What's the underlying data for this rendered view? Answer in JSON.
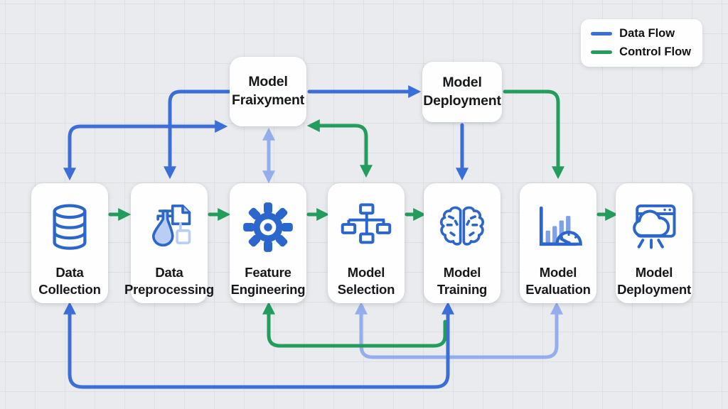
{
  "diagram": {
    "type": "flowchart",
    "subject": "Machine learning pipeline",
    "legend": {
      "items": [
        {
          "label": "Data Flow",
          "swatch": "blue-line"
        },
        {
          "label": "Control Flow",
          "swatch": "green-line"
        }
      ]
    },
    "top_nodes": [
      {
        "label": "Model Fraixyment"
      },
      {
        "label": "Model Deployment"
      }
    ],
    "nodes": [
      {
        "label": "Data Collection",
        "icon": "database-icon"
      },
      {
        "label": "Data Preprocessing",
        "icon": "flask-document-icon"
      },
      {
        "label": "Feature Engineering",
        "icon": "gear-icon"
      },
      {
        "label": "Model Selection",
        "icon": "hierarchy-icon"
      },
      {
        "label": "Model Training",
        "icon": "brain-icon"
      },
      {
        "label": "Model Evaluation",
        "icon": "chart-gauge-icon"
      },
      {
        "label": "Model Deployment",
        "icon": "cloud-window-icon"
      }
    ],
    "edges": [
      {
        "from": "Data Collection",
        "to": "Data Preprocessing",
        "type": "control",
        "heads": "end"
      },
      {
        "from": "Data Preprocessing",
        "to": "Feature Engineering",
        "type": "control",
        "heads": "end"
      },
      {
        "from": "Feature Engineering",
        "to": "Model Selection",
        "type": "control",
        "heads": "end"
      },
      {
        "from": "Model Selection",
        "to": "Model Training",
        "type": "control",
        "heads": "end"
      },
      {
        "from": "Model Evaluation",
        "to": "Model Deployment",
        "type": "control",
        "heads": "end"
      },
      {
        "from": "Model Fraixyment",
        "to": "Data Preprocessing",
        "type": "data",
        "heads": "end"
      },
      {
        "from": "Model Fraixyment",
        "to": "Data Collection",
        "type": "data",
        "heads": "both"
      },
      {
        "from": "Model Fraixyment",
        "to": "Model Deployment (top)",
        "type": "data",
        "heads": "end"
      },
      {
        "from": "Model Deployment (top)",
        "to": "Model Training",
        "type": "data",
        "heads": "end"
      },
      {
        "from": "Model Deployment (top)",
        "to": "Model Evaluation",
        "type": "control",
        "heads": "end"
      },
      {
        "from": "Model Selection",
        "to": "Model Fraixyment",
        "type": "control",
        "heads": "both"
      },
      {
        "from": "Model Fraixyment",
        "to": "Feature Engineering",
        "type": "data-light",
        "heads": "both"
      },
      {
        "from": "Model Training",
        "to": "Data Collection",
        "type": "data",
        "heads": "both"
      },
      {
        "from": "Model Training",
        "to": "Feature Engineering",
        "type": "control",
        "heads": "end"
      },
      {
        "from": "Model Selection",
        "to": "Model Evaluation",
        "type": "data-light",
        "heads": "both"
      }
    ]
  },
  "colors": {
    "data_flow": "#3b6ed6",
    "control_flow": "#229d5c",
    "data_flow_light": "#94adec",
    "background": "#e9ebee",
    "grid_line": "#dcdfe4",
    "node_bg": "#fefefe",
    "text": "#17181c",
    "icon_blue": "#2b66cc",
    "icon_light_blue": "#b9cdf5",
    "icon_bar": "#7ea1ea"
  }
}
